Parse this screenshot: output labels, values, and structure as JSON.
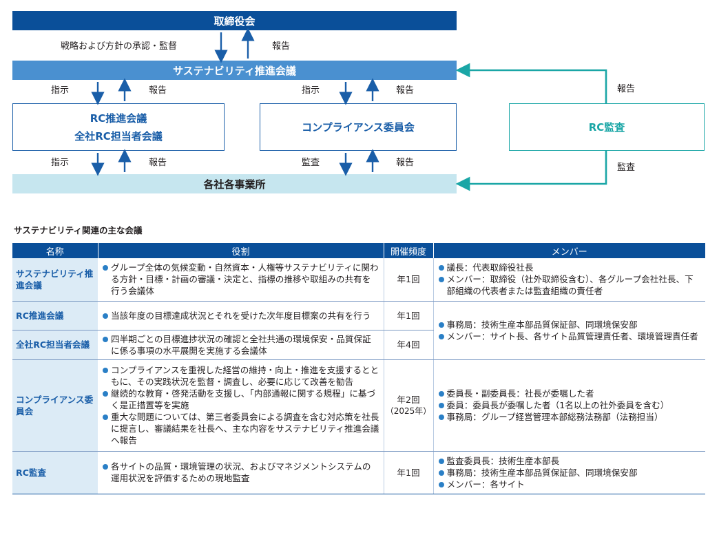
{
  "diagram": {
    "board": "取締役会",
    "approval_label": "戦略および方針の承認・監督",
    "report_label": "報告",
    "sustainability_council": "サステナビリティ推進会議",
    "instruct_label": "指示",
    "audit_label": "監査",
    "rc_box_line1": "RC推進会議",
    "rc_box_line2": "全社RC担当者会議",
    "compliance_box": "コンプライアンス委員会",
    "rc_audit_box": "RC監査",
    "sites": "各社各事業所"
  },
  "section": {
    "title": "サステナビリティ関連の主な会議"
  },
  "table": {
    "headers": [
      "名称",
      "役割",
      "開催頻度",
      "メンバー"
    ],
    "rows": [
      {
        "name": "サステナビリティ推進会議",
        "role": [
          "グループ全体の気候変動・自然資本・人権等サステナビリティに関わる方針・目標・計画の審議・決定と、指標の推移や取組みの共有を行う会議体"
        ],
        "freq": "年1回",
        "members": [
          "議長：代表取締役社長",
          "メンバー：取締役（社外取締役含む）、各グループ会社社長、下部組織の代表者または監査組織の責任者"
        ]
      },
      {
        "name": "RC推進会議",
        "role": [
          "当該年度の目標達成状況とそれを受けた次年度目標案の共有を行う"
        ],
        "freq": "年1回",
        "members": [
          "事務局：技術生産本部品質保証部、同環境保安部",
          "メンバー：サイト長、各サイト品質管理責任者、環境管理責任者"
        ]
      },
      {
        "name": "全社RC担当者会議",
        "role": [
          "四半期ごとの目標進捗状況の確認と全社共通の環境保安・品質保証に係る事項の水平展開を実施する会議体"
        ],
        "freq": "年4回"
      },
      {
        "name": "コンプライアンス委員会",
        "role": [
          "コンプライアンスを重視した経営の維持・向上・推進を支援するとともに、その実践状況を監督・調査し、必要に応じて改善を勧告",
          "継続的な教育・啓発活動を支援し、「内部通報に関する規程」に基づく是正措置等を実施",
          "重大な問題については、第三者委員会による調査を含む対応策を社長に提言し、審議結果を社長へ、主な内容をサステナビリティ推進会議へ報告"
        ],
        "freq": "年2回",
        "freq_note": "（2025年）",
        "members": [
          "委員長・副委員長：社長が委嘱した者",
          "委員：委員長が委嘱した者（1名以上の社外委員を含む）",
          "事務局：グループ経営管理本部総務法務部（法務担当）"
        ]
      },
      {
        "name": "RC監査",
        "role": [
          "各サイトの品質・環境管理の状況、およびマネジメントシステムの運用状況を評価するための現地監査"
        ],
        "freq": "年1回",
        "members": [
          "監査委員長：技術生産本部長",
          "事務局：技術生産本部品質保証部、同環境保安部",
          "メンバー：各サイト"
        ]
      }
    ]
  },
  "colors": {
    "navy": "#0a4f99",
    "mid_blue": "#4a90d0",
    "light_blue": "#c6e6ef",
    "teal": "#1aa6a6"
  }
}
